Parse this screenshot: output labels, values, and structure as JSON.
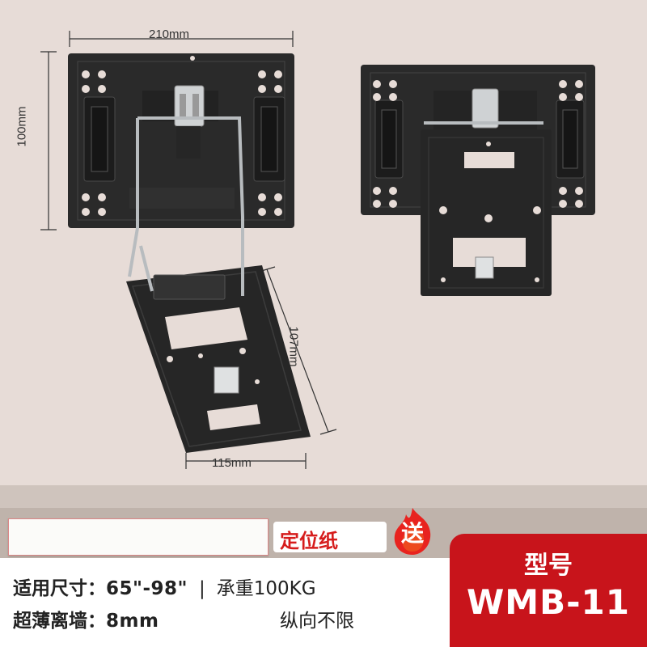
{
  "dimensions": {
    "width_label": "210mm",
    "height_label": "100mm",
    "plate_height_label": "107mm",
    "plate_width_label": "115mm"
  },
  "promo": {
    "label": "定位纸",
    "badge": "送"
  },
  "specs": {
    "size_label": "适用尺寸：",
    "size_value": "65\"-98\"",
    "separator": "|",
    "load_value": "承重100KG",
    "distance_label": "超薄离墙：",
    "distance_value": "8mm",
    "orientation": "纵向不限"
  },
  "model": {
    "caption": "型号",
    "number": "WMB-11"
  },
  "colors": {
    "wall": "#e8ddd8",
    "bracket": "#2b2b2b",
    "accent_red": "#c8141b"
  }
}
